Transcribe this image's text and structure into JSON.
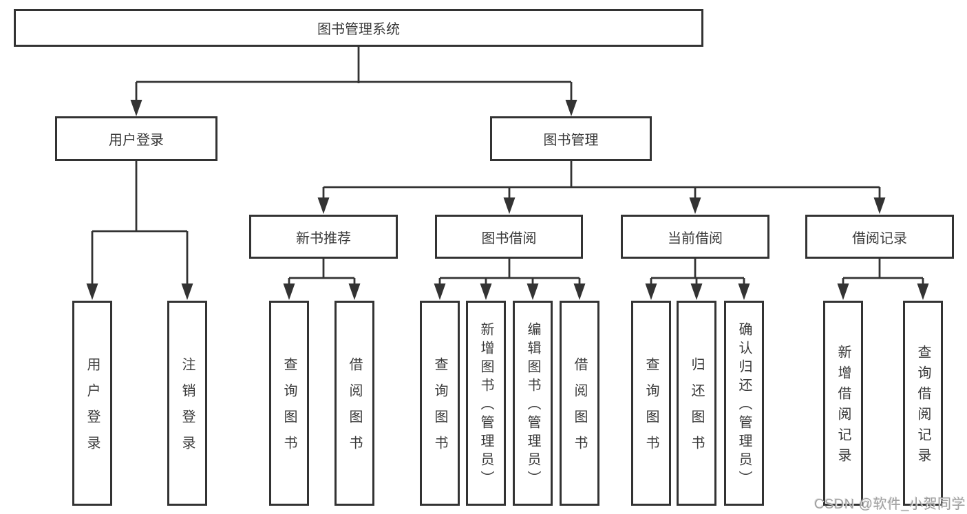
{
  "nodes": {
    "root": "图书管理系统",
    "user_login": "用户登录",
    "book_mgmt": "图书管理",
    "new_rec": "新书推荐",
    "borrow": "图书借阅",
    "current": "当前借阅",
    "record": "借阅记录",
    "leaf_login": "用户登录",
    "leaf_logout": "注销登录",
    "rec_query": "查询图书",
    "rec_borrow": "借阅图书",
    "bb_query": "查询图书",
    "bb_add": "新增图书（管理员）",
    "bb_edit": "编辑图书（管理员）",
    "bb_borrow": "借阅图书",
    "cb_query": "查询图书",
    "cb_return": "归还图书",
    "cb_confirm": "确认归还（管理员）",
    "br_add": "新增借阅记录",
    "br_query": "查询借阅记录"
  },
  "hierarchy": {
    "图书管理系统": {
      "用户登录": [
        "用户登录",
        "注销登录"
      ],
      "图书管理": {
        "新书推荐": [
          "查询图书",
          "借阅图书"
        ],
        "图书借阅": [
          "查询图书",
          "新增图书（管理员）",
          "编辑图书（管理员）",
          "借阅图书"
        ],
        "当前借阅": [
          "查询图书",
          "归还图书",
          "确认归还（管理员）"
        ],
        "借阅记录": [
          "新增借阅记录",
          "查询借阅记录"
        ]
      }
    }
  },
  "watermark": "CSDN @软件_小贺同学",
  "colors": {
    "line": "#333333",
    "text": "#3a3a3a",
    "background": "#ffffff",
    "watermark": "#a0a0a0"
  }
}
